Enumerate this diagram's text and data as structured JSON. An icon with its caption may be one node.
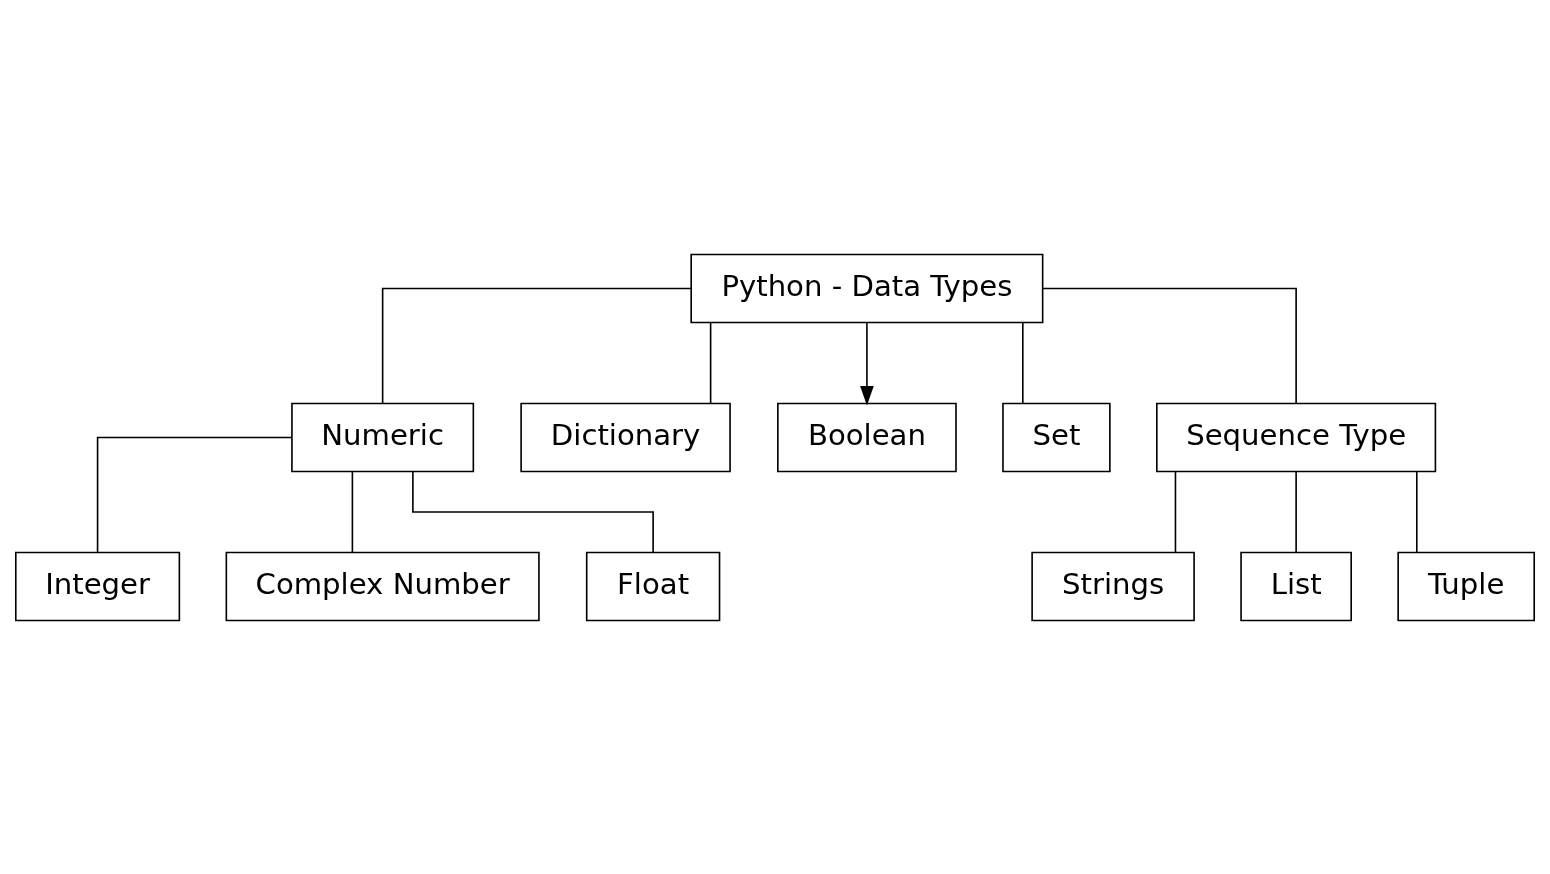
{
  "diagram": {
    "nodes": [
      {
        "text": [
          "Python - Data Types"
        ]
      },
      {
        "text": [
          "Numeric"
        ]
      },
      {
        "text": [
          "Dictionary"
        ]
      },
      {
        "text": [
          "Boolean"
        ]
      },
      {
        "text": [
          "Set"
        ]
      },
      {
        "text": [
          "Sequence Type"
        ]
      },
      {
        "text": [
          "Integer"
        ]
      },
      {
        "text": [
          "Complex Number"
        ]
      },
      {
        "text": [
          "Float"
        ]
      },
      {
        "text": [
          "Strings"
        ]
      },
      {
        "text": [
          "List"
        ]
      },
      {
        "text": [
          "Tuple"
        ]
      }
    ],
    "edges": [
      {
        "from": 0,
        "to": 1,
        "arrow": "none"
      },
      {
        "from": 0,
        "to": 2,
        "arrow": "none"
      },
      {
        "from": 0,
        "to": 3,
        "arrow": "to"
      },
      {
        "from": 0,
        "to": 4,
        "arrow": "none"
      },
      {
        "from": 0,
        "to": 5,
        "arrow": "none"
      },
      {
        "from": 1,
        "to": 6,
        "arrow": "none"
      },
      {
        "from": 1,
        "to": 7,
        "arrow": "none"
      },
      {
        "from": 1,
        "to": 8,
        "arrow": "none"
      },
      {
        "from": 5,
        "to": 9,
        "arrow": "none"
      },
      {
        "from": 5,
        "to": 10,
        "arrow": "none"
      },
      {
        "from": 5,
        "to": 11,
        "arrow": "none"
      }
    ]
  }
}
